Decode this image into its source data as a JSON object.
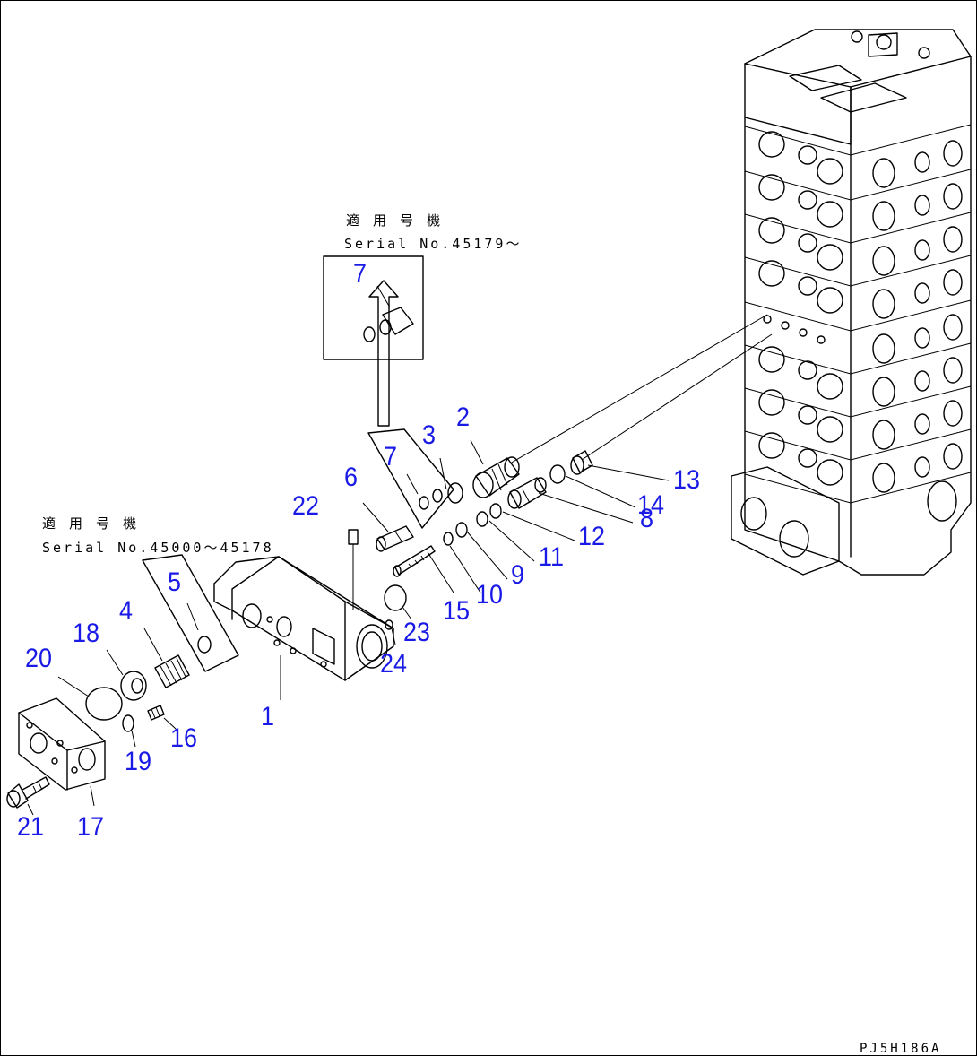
{
  "notes": {
    "top_jp": "適 用 号 機",
    "top_serial": "Serial No.45179～",
    "left_jp": "適 用 号 機",
    "left_serial": "Serial No.45000～45178"
  },
  "callouts": {
    "c1": "1",
    "c2": "2",
    "c3": "3",
    "c4": "4",
    "c5": "5",
    "c6": "6",
    "c7_top": "7",
    "c7": "7",
    "c8": "8",
    "c9": "9",
    "c10": "10",
    "c11": "11",
    "c12": "12",
    "c13": "13",
    "c14": "14",
    "c15": "15",
    "c16": "16",
    "c17": "17",
    "c18": "18",
    "c19": "19",
    "c20": "20",
    "c21": "21",
    "c22": "22",
    "c23": "23",
    "c24": "24"
  },
  "drawing_code": "PJ5H186A",
  "colors": {
    "callout": "#1a1ae6",
    "line": "#000000",
    "background": "#ffffff"
  }
}
